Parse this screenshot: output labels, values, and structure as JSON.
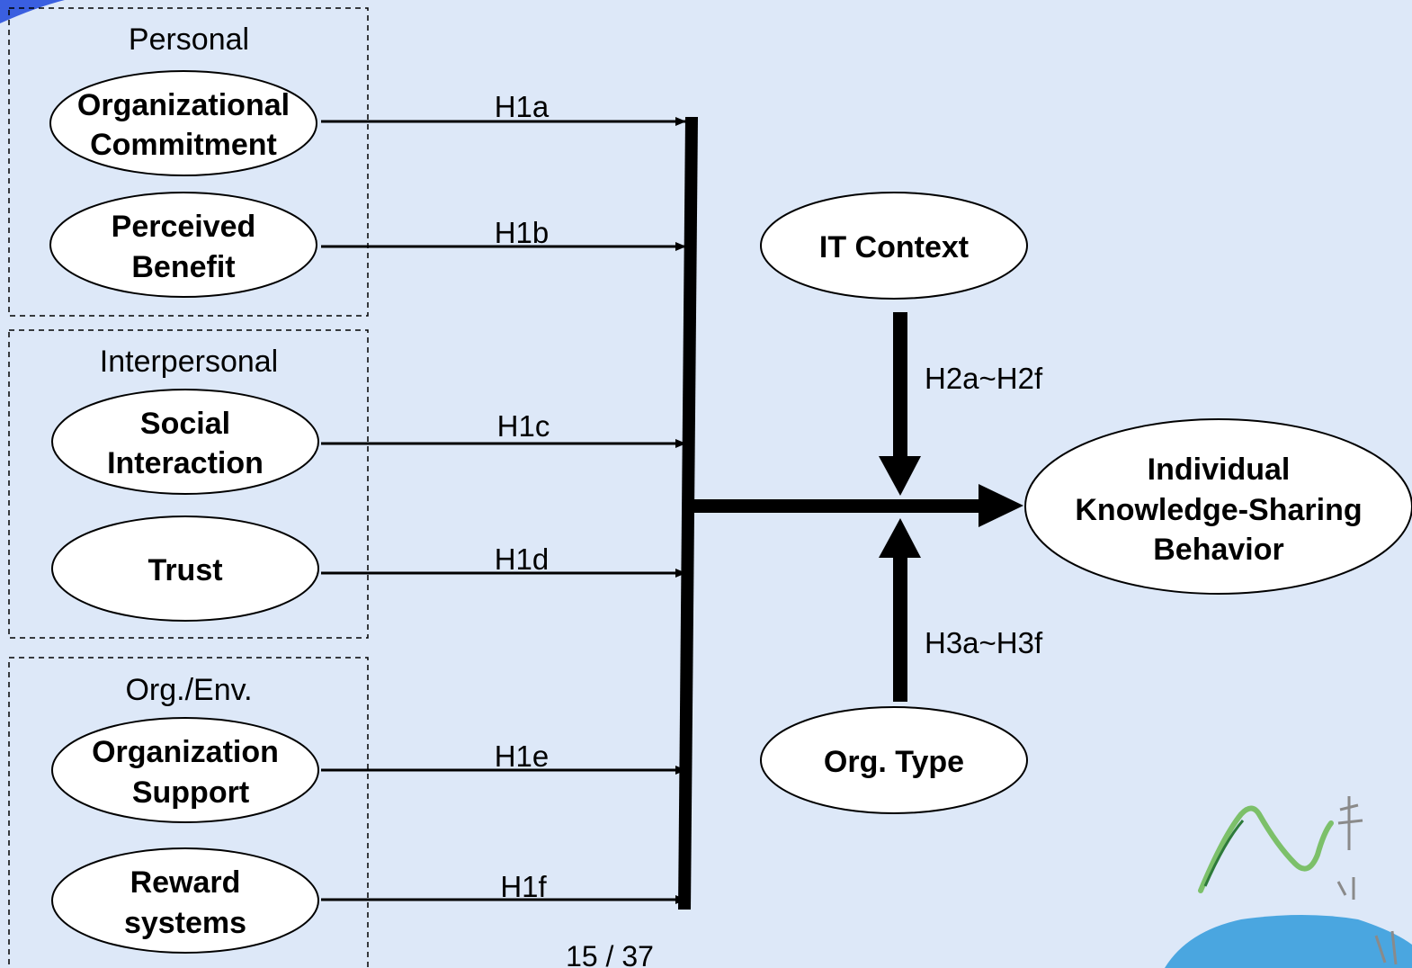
{
  "groups": [
    {
      "label": "Personal"
    },
    {
      "label": "Interpersonal"
    },
    {
      "label": "Org./Env."
    }
  ],
  "factors": [
    {
      "line1": "Organizational",
      "line2": "Commitment",
      "hypothesis": "H1a"
    },
    {
      "line1": "Perceived",
      "line2": "Benefit",
      "hypothesis": "H1b"
    },
    {
      "line1": "Social",
      "line2": "Interaction",
      "hypothesis": "H1c"
    },
    {
      "line1": "Trust",
      "line2": "",
      "hypothesis": "H1d"
    },
    {
      "line1": "Organization",
      "line2": "Support",
      "hypothesis": "H1e"
    },
    {
      "line1": "Reward",
      "line2": "systems",
      "hypothesis": "H1f"
    }
  ],
  "moderators": {
    "it_context": {
      "label": "IT Context",
      "hypothesis": "H2a~H2f"
    },
    "org_type": {
      "label": "Org. Type",
      "hypothesis": "H3a~H3f"
    }
  },
  "outcome": {
    "line1": "Individual",
    "line2": "Knowledge-Sharing",
    "line3": "Behavior"
  },
  "page_number": "15 / 37"
}
